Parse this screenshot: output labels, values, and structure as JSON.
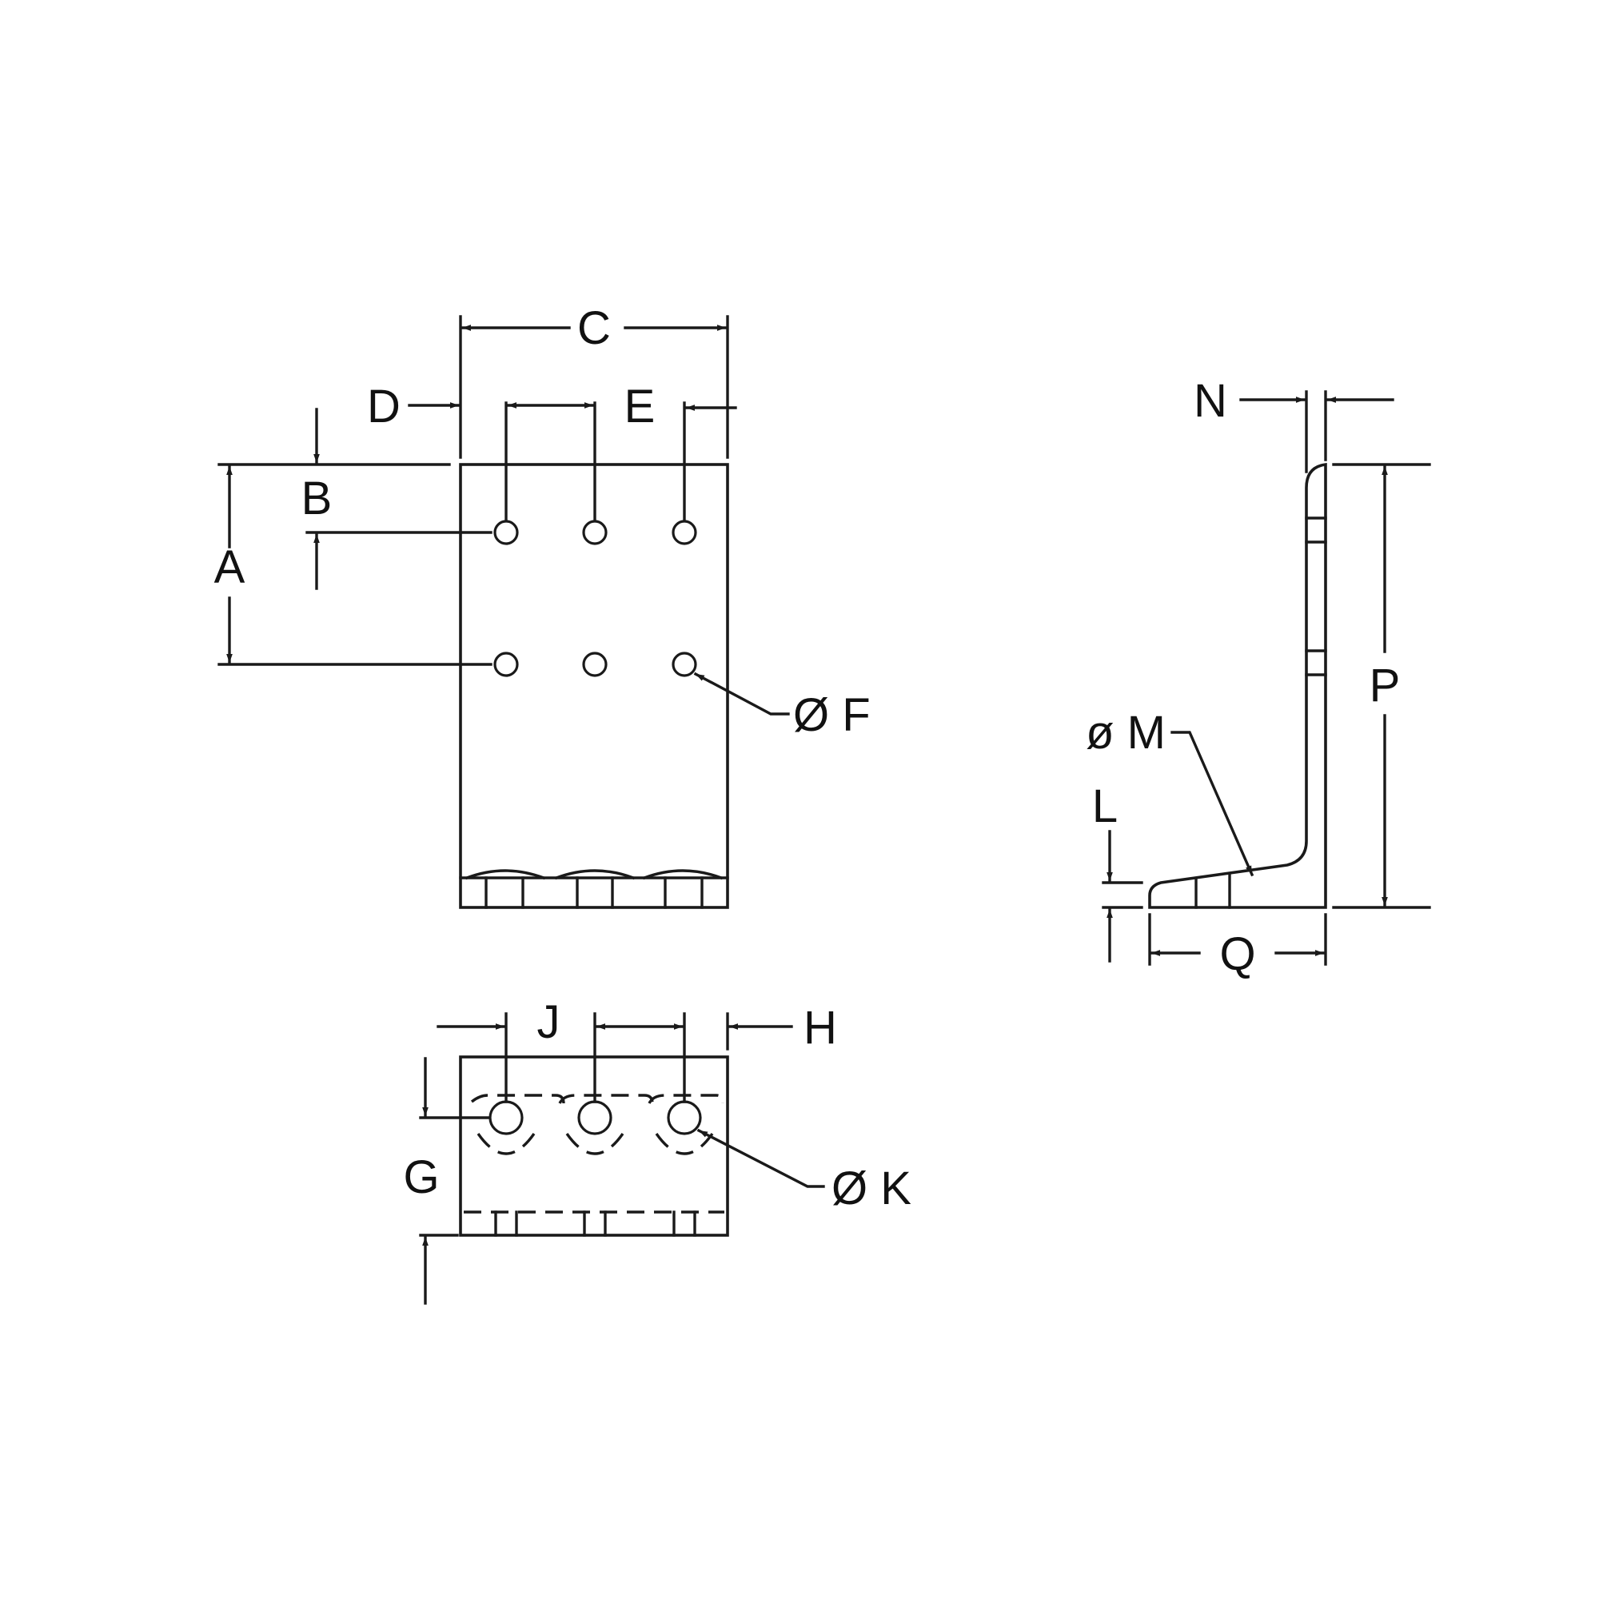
{
  "labels": {
    "A": "A",
    "B": "B",
    "C": "C",
    "D": "D",
    "E": "E",
    "F": "Ø F",
    "G": "G",
    "H": "H",
    "J": "J",
    "K": "Ø K",
    "L": "L",
    "M": "ø M",
    "N": "N",
    "P": "P",
    "Q": "Q"
  },
  "colors": {
    "line": "#1a1a1a",
    "background": "#ffffff"
  }
}
